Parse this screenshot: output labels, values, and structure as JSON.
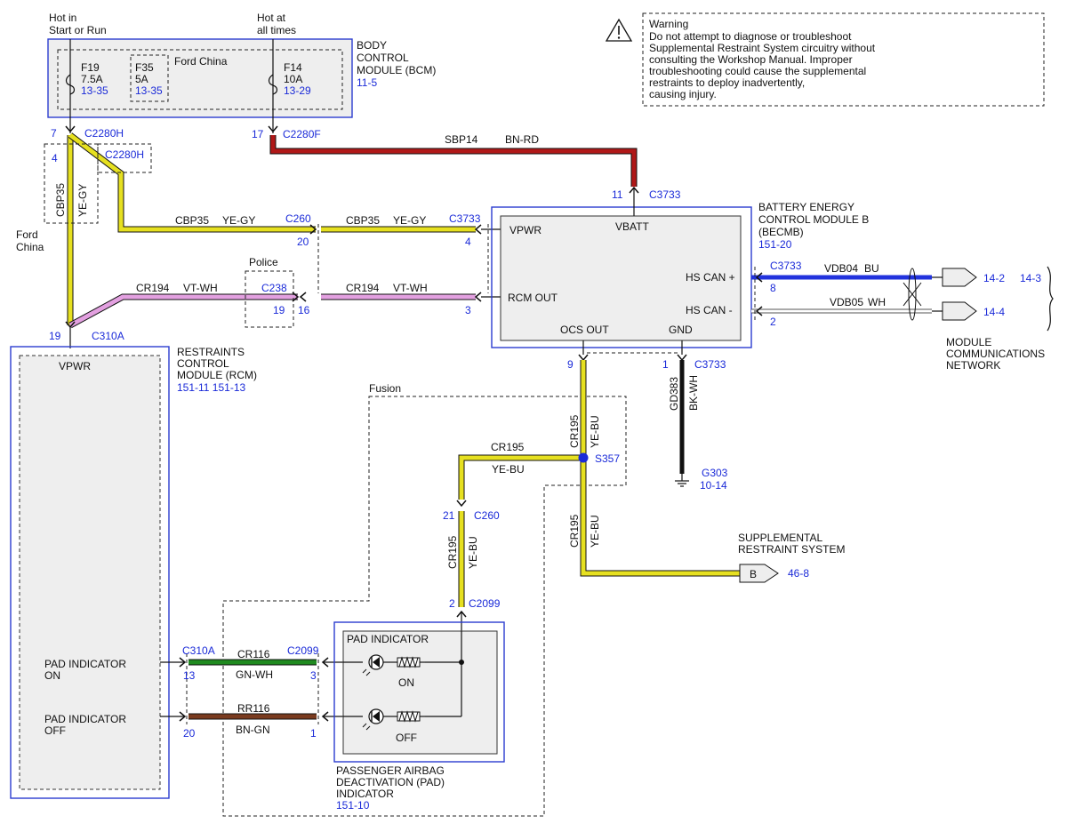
{
  "warning": {
    "lines": [
      "Warning",
      "Do not attempt to diagnose or troubleshoot",
      "Supplemental Restraint System circuitry without",
      "consulting the Workshop Manual. Improper",
      "troubleshooting could cause the supplemental",
      "restraints to deploy inadvertently,",
      "causing injury."
    ]
  },
  "power": {
    "start_run": [
      "Hot in",
      "Start or Run"
    ],
    "at_all_times": [
      "Hot at",
      "all times"
    ]
  },
  "bcm": {
    "name": [
      "BODY",
      "CONTROL",
      "MODULE (BCM)"
    ],
    "ref": "11-5",
    "variant": "Ford China",
    "fuses": [
      {
        "name": "F19",
        "rating": "7.5A",
        "ref": "13-35"
      },
      {
        "name": "F35",
        "rating": "5A",
        "ref": "13-35"
      },
      {
        "name": "F14",
        "rating": "10A",
        "ref": "13-29"
      }
    ]
  },
  "connectors": {
    "c2280h_pin": "7",
    "c2280h": "C2280H",
    "c2280f_pin": "17",
    "c2280f": "C2280F",
    "c2280h_b_pin": "4",
    "c2280h_b": "C2280H",
    "c260_top": "C260",
    "c260_top_pin": "20",
    "c3733_vpwr": "C3733",
    "c3733_vpwr_pin": "4",
    "c238": "C238",
    "c238_pin_a": "19",
    "c238_pin_b": "16",
    "c3733_rcm_pin": "3",
    "c3733_vbatt_pin": "11",
    "c3733_vbatt": "C3733",
    "c310a_top": "C310A",
    "c310a_top_pin": "19",
    "c3733_can": "C3733",
    "c3733_can_h_pin": "8",
    "c3733_can_l_pin": "2",
    "c3733_ocs_pin": "9",
    "c3733_gnd_pin": "1",
    "c3733_gnd": "C3733",
    "s357": "S357",
    "c260_low": "C260",
    "c260_low_pin": "21",
    "c2099_top": "C2099",
    "c2099_top_pin": "2",
    "c310a_low": "C310A",
    "c310a_on_pin": "13",
    "c310a_off_pin": "20",
    "c2099_mid": "C2099",
    "c2099_on_pin": "3",
    "c2099_off_pin": "1"
  },
  "wires": {
    "sbp14": "SBP14",
    "sbp14_color": "BN-RD",
    "cbp35": "CBP35",
    "cbp35_color": "YE-GY",
    "cr194": "CR194",
    "cr194_color": "VT-WH",
    "vdb04": "VDB04",
    "vdb04_color": "BU",
    "vdb05": "VDB05",
    "vdb05_color": "WH",
    "cr195": "CR195",
    "cr195_color": "YE-BU",
    "gd383": "GD383",
    "gd383_color": "BK-WH",
    "cr116": "CR116",
    "cr116_color": "GN-WH",
    "rr116": "RR116",
    "rr116_color": "BN-GN"
  },
  "labels": {
    "ford_china": [
      "Ford",
      "China"
    ],
    "police": "Police",
    "fusion": "Fusion"
  },
  "becmb": {
    "name": [
      "BATTERY ENERGY",
      "CONTROL MODULE B",
      "(BECMB)"
    ],
    "ref": "151-20",
    "pins": {
      "vpwr": "VPWR",
      "vbatt": "VBATT",
      "rcm_out": "RCM OUT",
      "hs_can_p": "HS CAN +",
      "hs_can_m": "HS CAN -",
      "ocs_out": "OCS OUT",
      "gnd": "GND"
    }
  },
  "network": {
    "ref_a": "14-2",
    "ref_b": "14-3",
    "ref_c": "14-4",
    "name": [
      "MODULE",
      "COMMUNICATIONS",
      "NETWORK"
    ]
  },
  "ground": {
    "name": "G303",
    "ref": "10-14"
  },
  "rcm": {
    "name": [
      "RESTRAINTS",
      "CONTROL",
      "MODULE (RCM)"
    ],
    "refs": "151-11  151-13",
    "vpwr": "VPWR",
    "pad_on": [
      "PAD INDICATOR",
      "ON"
    ],
    "pad_off": [
      "PAD INDICATOR",
      "OFF"
    ]
  },
  "srs": {
    "name": [
      "SUPPLEMENTAL",
      "RESTRAINT SYSTEM"
    ],
    "connector": "B",
    "ref": "46-8"
  },
  "pad": {
    "title": "PAD INDICATOR",
    "on": "ON",
    "off": "OFF",
    "name": [
      "PASSENGER AIRBAG",
      "DEACTIVATION (PAD)",
      "INDICATOR"
    ],
    "ref": "151-10"
  },
  "colors": {
    "yellow": "#e6e020",
    "red": "#b01818",
    "pink": "#e3a0e0",
    "blue": "#2233dd",
    "green": "#1f8a1f",
    "brown": "#7a3b1f",
    "black": "#111111"
  }
}
